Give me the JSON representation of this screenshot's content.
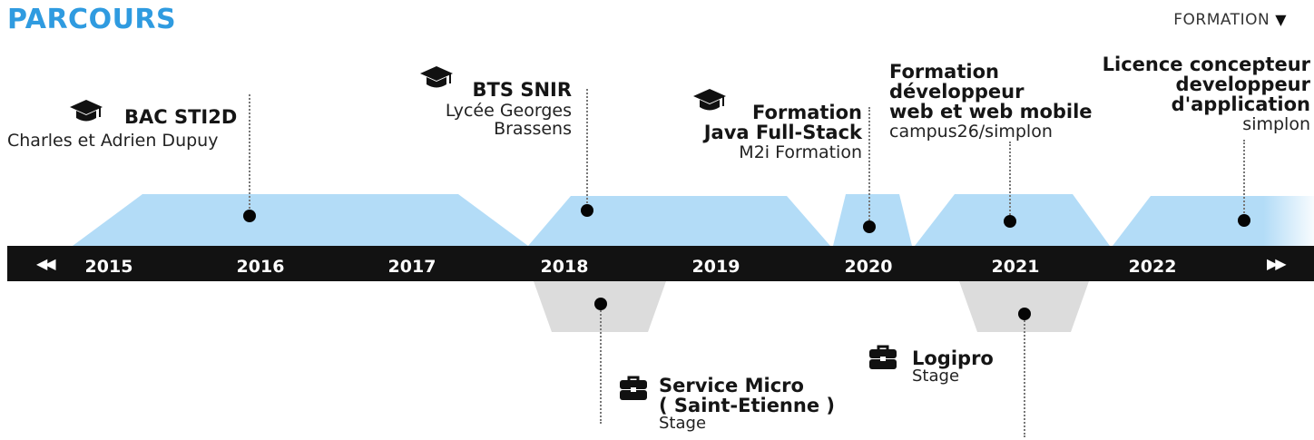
{
  "header": {
    "title": "PARCOURS",
    "filter_label": "FORMATION",
    "filter_arrow": "▼"
  },
  "timeline": {
    "years": [
      "2015",
      "2016",
      "2017",
      "2018",
      "2019",
      "2020",
      "2021",
      "2022"
    ],
    "prev_icon": "double-left-arrow",
    "next_icon": "double-right-arrow"
  },
  "formations": [
    {
      "title": "BAC STI2D",
      "subtitle": "Charles et Adrien Dupuy",
      "icon": "graduation-cap-icon"
    },
    {
      "title": "BTS SNIR",
      "subtitle": "Lycée Georges Brassens",
      "subtitle_lines": [
        "Lycée Georges",
        "Brassens"
      ],
      "icon": "graduation-cap-icon"
    },
    {
      "title_lines": [
        "Formation",
        "Java Full-Stack"
      ],
      "subtitle": "M2i Formation",
      "icon": "graduation-cap-icon"
    },
    {
      "title_lines": [
        "Formation",
        "développeur",
        "web et web mobile"
      ],
      "subtitle": "campus26/simplon"
    },
    {
      "title_lines": [
        "Licence concepteur",
        "developpeur",
        "d'application"
      ],
      "subtitle": "simplon"
    }
  ],
  "experiences": [
    {
      "title_lines": [
        "Service Micro",
        "( Saint-Etienne )"
      ],
      "subtitle": "Stage",
      "icon": "briefcase-icon"
    },
    {
      "title": "Logipro",
      "subtitle": "Stage",
      "icon": "briefcase-icon"
    }
  ],
  "colors": {
    "accent": "#2f9be0",
    "band_blue": "#b3dcf7",
    "band_grey": "#dcdcdc",
    "bar": "#121212"
  }
}
